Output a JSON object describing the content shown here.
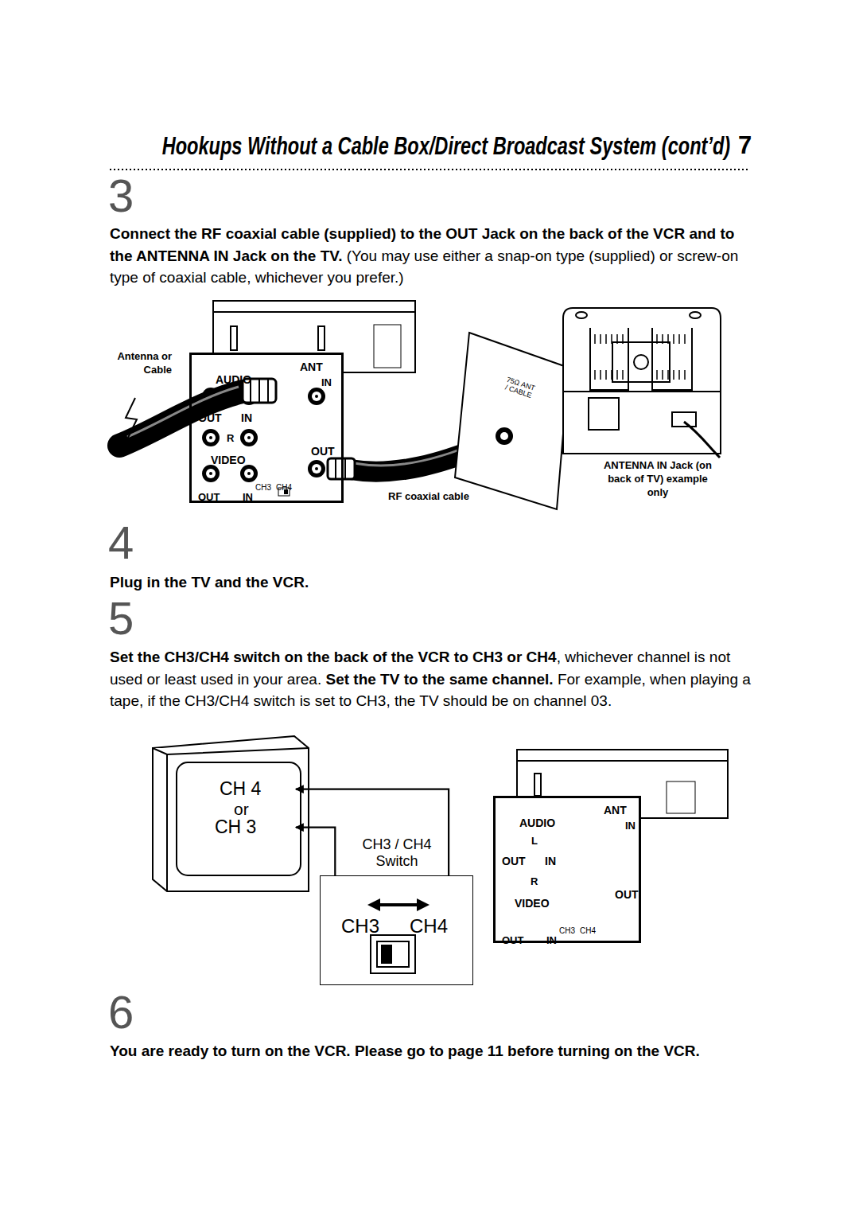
{
  "diagram": {
    "title": "Hookups Without a Cable Box/Direct Broadcast System (cont’d)",
    "nodes": [
      {
        "text": [
          "AUDIO",
          "ANT",
          "IN",
          "OUT",
          "IN",
          "R",
          "VIDEO",
          "OUT",
          "OUT",
          "IN",
          "CH3",
          "CH4"
        ]
      },
      {
        "text": [
          "CH 4",
          "or",
          "CH 3"
        ]
      },
      {
        "text": [
          "CH3 / CH4 Switch",
          "CH3",
          "CH4"
        ]
      },
      {
        "text": [
          "AUDIO",
          "ANT",
          "IN",
          "L",
          "OUT",
          "IN",
          "R",
          "VIDEO",
          "OUT",
          "OUT",
          "IN",
          "CH3",
          "CH4"
        ]
      }
    ],
    "edges": [
      {
        "from": 2,
        "to": 1,
        "arrow": "to"
      },
      {
        "from": 2,
        "to": 1,
        "arrow": "to"
      }
    ],
    "labels": [
      "7",
      "3",
      "Connect the RF coaxial cable (supplied) to the OUT Jack on the back of the VCR and to the ANTENNA IN Jack on the TV.",
      "(You may use either a snap-on type (supplied) or screw-on type of coaxial cable, whichever you prefer.)",
      "Antenna or Cable",
      "75Ω ANT / CABLE",
      "RF coaxial cable",
      "ANTENNA IN Jack (on back of TV) example only",
      "4",
      "Plug in the TV and the VCR.",
      "5",
      "Set the CH3/CH4 switch on the back of the VCR to CH3 or CH4",
      ", whichever channel is not used or least used in your area.",
      "Set the TV to the same channel.",
      "For example, when playing a tape, if the CH3/CH4 switch is set to CH3, the TV should be on channel 03.",
      "6",
      "You are ready to turn on the VCR. Please go to page 11 before turning on the VCR."
    ]
  }
}
